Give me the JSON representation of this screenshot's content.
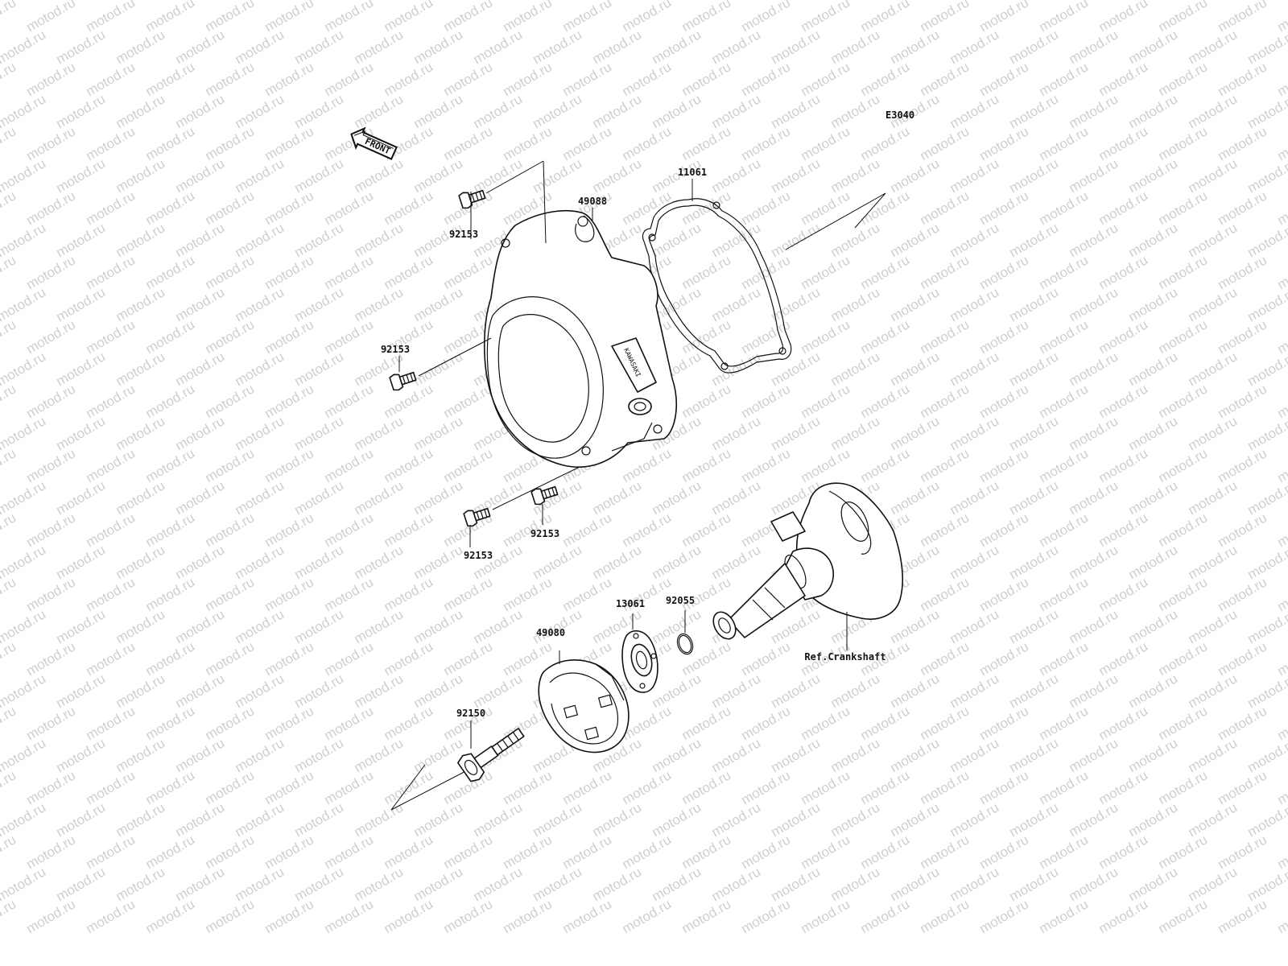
{
  "diagram": {
    "code": "E3040",
    "front_label": "FRONT",
    "cover_marking": "KAWASAKI",
    "watermark_text": "motod.ru",
    "parts": {
      "gasket": "11061",
      "cover": "49088",
      "bolt_top": "92153",
      "bolt_left": "92153",
      "bolt_bottom_a": "92153",
      "bolt_bottom_b": "92153",
      "pulley": "49080",
      "coupling": "13061",
      "o_ring": "92055",
      "bolt_main": "92150",
      "crankshaft_ref": "Ref.Crankshaft"
    }
  }
}
